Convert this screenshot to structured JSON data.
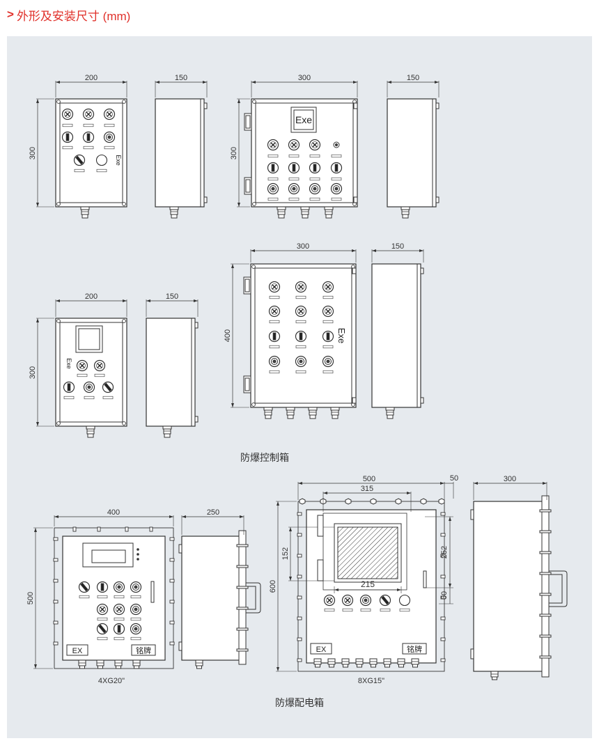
{
  "header": {
    "chevron": ">",
    "title": "外形及安装尺寸 (mm)"
  },
  "dims": {
    "d200": "200",
    "d150": "150",
    "d300": "300",
    "d400": "400",
    "d250": "250",
    "d500": "500",
    "d600": "600",
    "d315": "315",
    "d50": "50",
    "d152": "152",
    "d252": "252",
    "d215": "215",
    "d60": "60"
  },
  "labels": {
    "exe": "Exe",
    "ex": "EX",
    "nameplate": "铭牌",
    "model_4": "4XG20\"",
    "model_8": "8XG15\"",
    "section_control": "防爆控制箱",
    "section_distribution": "防爆配电箱"
  },
  "colors": {
    "accent": "#e0302a",
    "panel": "#e6eaee",
    "ink": "#333333"
  }
}
